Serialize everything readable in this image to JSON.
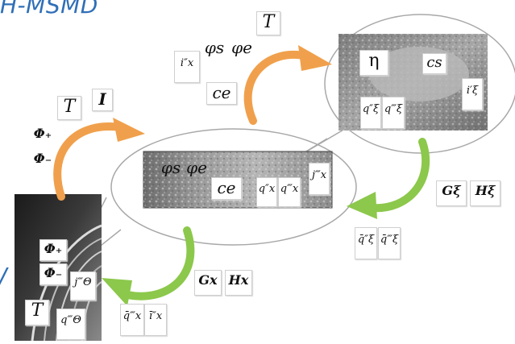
{
  "title": "H-MSMD",
  "edge_char": "/",
  "arrow_colors": {
    "orange": "#f0a04c",
    "green": "#8cc84b"
  },
  "left_cell": {
    "phi_plus": "Φ₊",
    "phi_minus": "Φ₋",
    "j_theta": "j‴Θ",
    "T": "T",
    "q_theta": "q‴Θ"
  },
  "top_left_inputs": {
    "T": "T",
    "I": "I",
    "phi_plus": "Φ₊",
    "phi_minus": "Φ₋"
  },
  "electrode": {
    "phi_s": "φs",
    "phi_e": "φe",
    "c_e": "ce",
    "q_x1": "q″x",
    "q_x2": "q‴x",
    "j_x": "j‴x"
  },
  "top_middle": {
    "T": "T",
    "i_x": "i″x",
    "phi_s": "φs",
    "phi_e": "φe",
    "c_e": "ce"
  },
  "particle": {
    "eta": "η",
    "c_s": "cs",
    "q_xi1": "q″ξ",
    "q_xi2": "q‴ξ",
    "i_xi": "i′ξ"
  },
  "right_outputs": {
    "G_xi": "Gξ",
    "H_xi": "Hξ"
  },
  "right_bottom": {
    "q_xi1": "q̄″ξ",
    "q_xi2": "q̄‴ξ"
  },
  "bottom_outputs": {
    "G_x": "Gx",
    "H_x": "Hx"
  },
  "bottom_left": {
    "q_x1": "q̄‴x",
    "q_x2": "ī″x"
  }
}
